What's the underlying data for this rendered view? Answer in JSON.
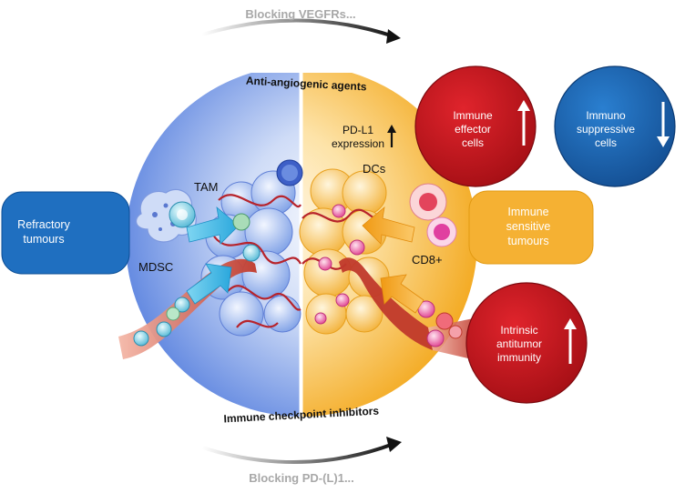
{
  "top_arrow_label": "Blocking VEGFRs...",
  "bottom_arrow_label": "Blocking PD-(L)1...",
  "top_arc_label": "Anti-angiogenic agents",
  "bottom_arc_label": "Immune checkpoint inhibitors",
  "left_box": {
    "line1": "Refractory",
    "line2": "tumours"
  },
  "right_box": {
    "line1": "Immune",
    "line2": "sensitive",
    "line3": "tumours"
  },
  "effector_circle": {
    "line1": "Immune",
    "line2": "effector",
    "line3": "cells"
  },
  "suppressive_circle": {
    "line1": "Immuno",
    "line2": "suppressive",
    "line3": "cells"
  },
  "intrinsic_circle": {
    "line1": "Intrinsic",
    "line2": "antitumor",
    "line3": "immunity"
  },
  "pdl1_label": {
    "line1": "PD-L1",
    "line2": "expression"
  },
  "labels": {
    "tam": "TAM",
    "mdsc": "MDSC",
    "dcs": "DCs",
    "cd8": "CD8+"
  },
  "colors": {
    "blue_box": "#1f6fc0",
    "orange_box": "#f5b133",
    "red_circle": "#c8161d",
    "blue_circle": "#1e6cb8",
    "left_sphere": "#6d93e6",
    "right_sphere": "#f6b22e",
    "vessel": "#c0392b"
  }
}
